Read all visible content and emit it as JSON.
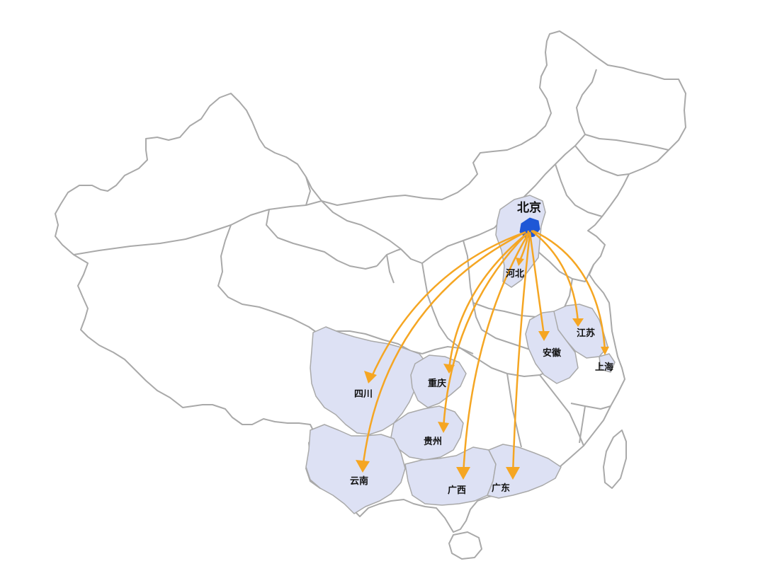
{
  "map": {
    "origin": {
      "id": "beijing",
      "label": "北京"
    },
    "destinations": [
      {
        "id": "hebei",
        "label": "河北"
      },
      {
        "id": "jiangsu",
        "label": "江苏"
      },
      {
        "id": "shanghai",
        "label": "上海"
      },
      {
        "id": "anhui",
        "label": "安徽"
      },
      {
        "id": "sichuan",
        "label": "四川"
      },
      {
        "id": "chongqing",
        "label": "重庆"
      },
      {
        "id": "guizhou",
        "label": "贵州"
      },
      {
        "id": "yunnan",
        "label": "云南"
      },
      {
        "id": "guangxi",
        "label": "广西"
      },
      {
        "id": "guangdong",
        "label": "广东"
      }
    ]
  },
  "colors": {
    "background": "#ffffff",
    "border": "#a9a9a9",
    "highlight_fill": "#dde1f4",
    "origin_fill": "#1f57d6",
    "arrow": "#f5a623"
  }
}
